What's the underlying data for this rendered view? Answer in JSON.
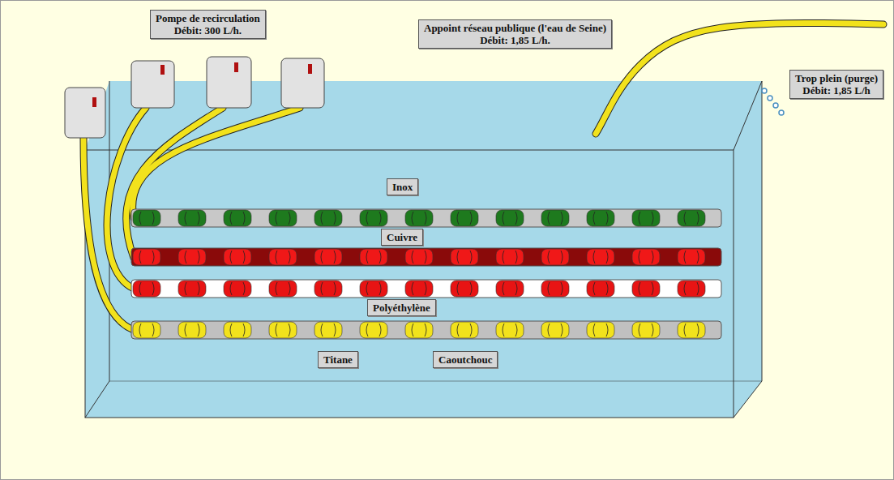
{
  "diagram": {
    "nodes": [
      {
        "text": [
          "Pompe de recirculation",
          "Débit: 300 L/h."
        ]
      },
      {
        "text": [
          "Appoint réseau publique (l'eau de Seine)",
          "Débit: 1,85 L/h."
        ]
      },
      {
        "text": [
          "Trop plein (purge)",
          "Débit: 1,85 L/h"
        ]
      },
      {
        "text": [
          "Inox"
        ]
      },
      {
        "text": [
          "Cuivre"
        ]
      },
      {
        "text": [
          "Polyéthylène"
        ]
      },
      {
        "text": [
          "Titane"
        ]
      },
      {
        "text": [
          "Caoutchouc"
        ]
      }
    ]
  }
}
